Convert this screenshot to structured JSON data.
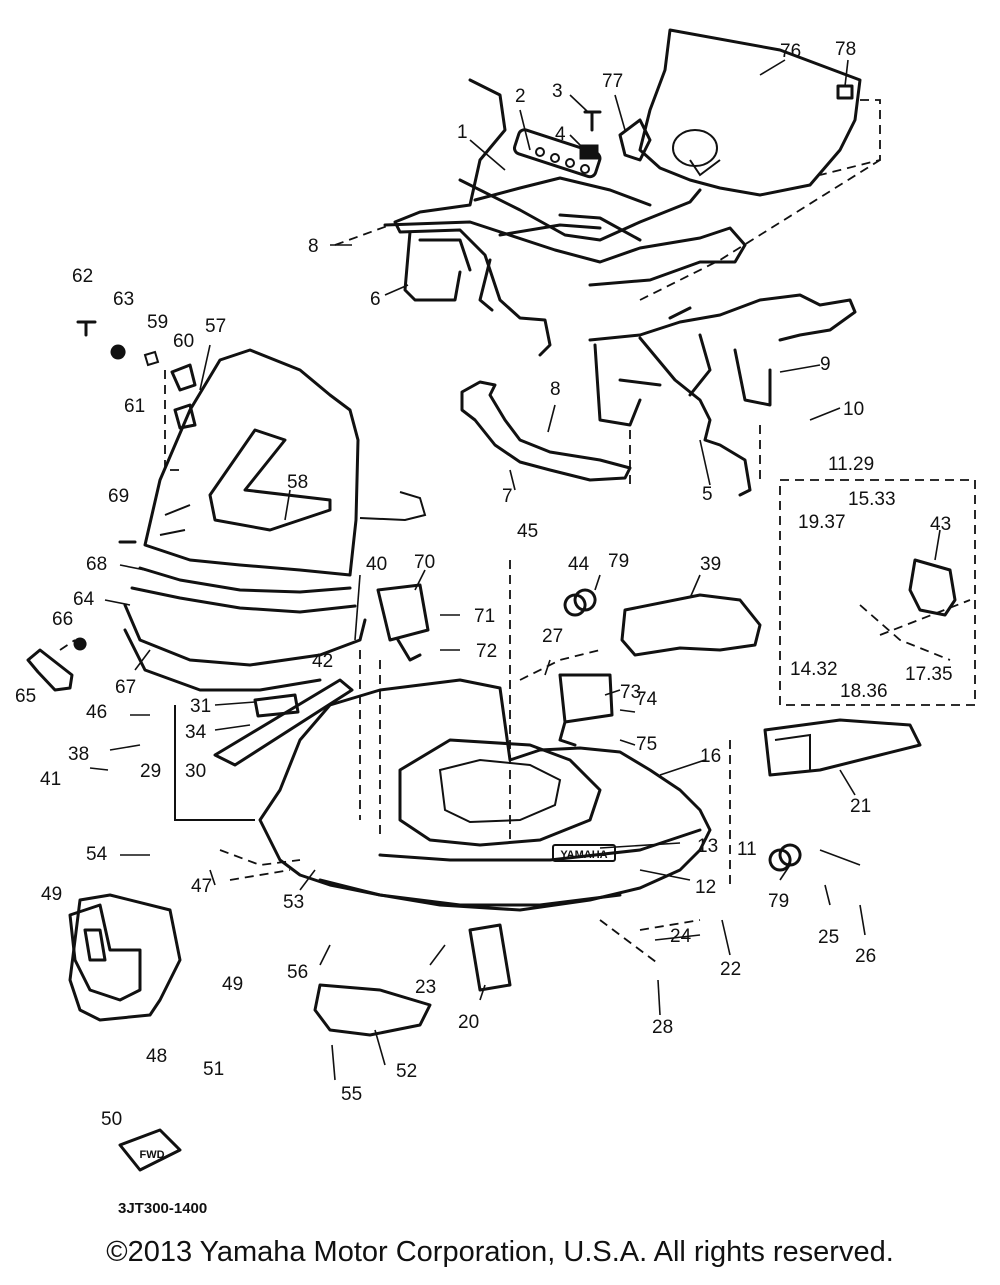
{
  "diagram": {
    "code": "3JT300-1400",
    "emblem_text": "YAMAHA",
    "arrow_text": "FWD",
    "labels": [
      {
        "id": "p1",
        "text": "1"
      },
      {
        "id": "p2",
        "text": "2"
      },
      {
        "id": "p3",
        "text": "3"
      },
      {
        "id": "p4",
        "text": "4"
      },
      {
        "id": "p5",
        "text": "5"
      },
      {
        "id": "p6",
        "text": "6"
      },
      {
        "id": "p7",
        "text": "7"
      },
      {
        "id": "p8a",
        "text": "8"
      },
      {
        "id": "p8b",
        "text": "8"
      },
      {
        "id": "p9",
        "text": "9"
      },
      {
        "id": "p10",
        "text": "10"
      },
      {
        "id": "p11a",
        "text": "11.29"
      },
      {
        "id": "p11b",
        "text": "11"
      },
      {
        "id": "p12",
        "text": "12"
      },
      {
        "id": "p13",
        "text": "13"
      },
      {
        "id": "p14",
        "text": "14.32"
      },
      {
        "id": "p15",
        "text": "15.33"
      },
      {
        "id": "p16",
        "text": "16"
      },
      {
        "id": "p17",
        "text": "17.35"
      },
      {
        "id": "p18",
        "text": "18.36"
      },
      {
        "id": "p19",
        "text": "19.37"
      },
      {
        "id": "p20",
        "text": "20"
      },
      {
        "id": "p21",
        "text": "21"
      },
      {
        "id": "p22",
        "text": "22"
      },
      {
        "id": "p23",
        "text": "23"
      },
      {
        "id": "p24",
        "text": "24"
      },
      {
        "id": "p25",
        "text": "25"
      },
      {
        "id": "p26",
        "text": "26"
      },
      {
        "id": "p27",
        "text": "27"
      },
      {
        "id": "p28",
        "text": "28"
      },
      {
        "id": "p29",
        "text": "29"
      },
      {
        "id": "p30",
        "text": "30"
      },
      {
        "id": "p31",
        "text": "31"
      },
      {
        "id": "p34",
        "text": "34"
      },
      {
        "id": "p38",
        "text": "38"
      },
      {
        "id": "p39",
        "text": "39"
      },
      {
        "id": "p40",
        "text": "40"
      },
      {
        "id": "p41",
        "text": "41"
      },
      {
        "id": "p42",
        "text": "42"
      },
      {
        "id": "p43",
        "text": "43"
      },
      {
        "id": "p44",
        "text": "44"
      },
      {
        "id": "p45",
        "text": "45"
      },
      {
        "id": "p46",
        "text": "46"
      },
      {
        "id": "p47",
        "text": "47"
      },
      {
        "id": "p48",
        "text": "48"
      },
      {
        "id": "p49a",
        "text": "49"
      },
      {
        "id": "p49b",
        "text": "49"
      },
      {
        "id": "p50",
        "text": "50"
      },
      {
        "id": "p51",
        "text": "51"
      },
      {
        "id": "p52",
        "text": "52"
      },
      {
        "id": "p53",
        "text": "53"
      },
      {
        "id": "p54",
        "text": "54"
      },
      {
        "id": "p55",
        "text": "55"
      },
      {
        "id": "p56",
        "text": "56"
      },
      {
        "id": "p57",
        "text": "57"
      },
      {
        "id": "p58",
        "text": "58"
      },
      {
        "id": "p59",
        "text": "59"
      },
      {
        "id": "p60",
        "text": "60"
      },
      {
        "id": "p61",
        "text": "61"
      },
      {
        "id": "p62",
        "text": "62"
      },
      {
        "id": "p63",
        "text": "63"
      },
      {
        "id": "p64",
        "text": "64"
      },
      {
        "id": "p65",
        "text": "65"
      },
      {
        "id": "p66",
        "text": "66"
      },
      {
        "id": "p67",
        "text": "67"
      },
      {
        "id": "p68",
        "text": "68"
      },
      {
        "id": "p69",
        "text": "69"
      },
      {
        "id": "p70",
        "text": "70"
      },
      {
        "id": "p71",
        "text": "71"
      },
      {
        "id": "p72",
        "text": "72"
      },
      {
        "id": "p73",
        "text": "73"
      },
      {
        "id": "p74",
        "text": "74"
      },
      {
        "id": "p75",
        "text": "75"
      },
      {
        "id": "p76",
        "text": "76"
      },
      {
        "id": "p77",
        "text": "77"
      },
      {
        "id": "p78",
        "text": "78"
      },
      {
        "id": "p79a",
        "text": "79"
      },
      {
        "id": "p79b",
        "text": "79"
      }
    ]
  },
  "footer": {
    "copyright": "©2013 Yamaha Motor Corporation, U.S.A. All rights reserved."
  }
}
